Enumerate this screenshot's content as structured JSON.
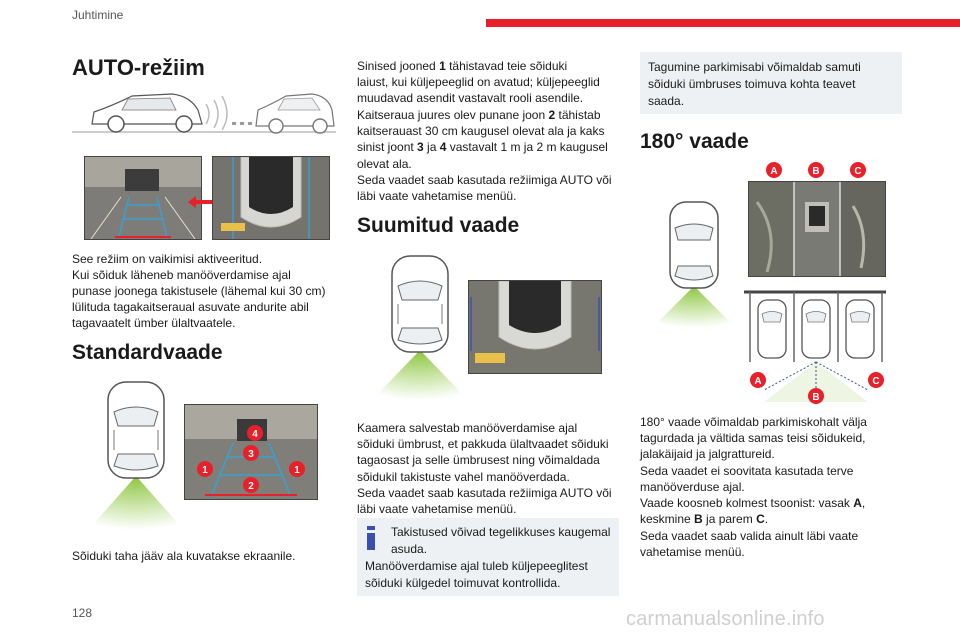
{
  "header": {
    "chapter": "Juhtimine"
  },
  "footer": {
    "page_number": "128",
    "watermark": "carmanualsonline.info"
  },
  "col1": {
    "auto_title": "AUTO-režiim",
    "auto_text": [
      "See režiim on vaikimisi aktiveeritud.",
      "Kui sõiduk läheneb manööverdamise ajal",
      "punase joonega takistusele (lähemal kui 30 cm)",
      "lülituda tagakaitseraual asuvate andurite abil",
      "tagavaatelt ümber ülaltvaatele."
    ],
    "standard_title": "Standardvaade",
    "standard_labels": [
      "4",
      "3",
      "1",
      "1",
      "2"
    ],
    "standard_text": "Sõiduki taha jääv ala kuvatakse ekraanile."
  },
  "col2": {
    "lines_text": [
      "Sinised jooned <b>1</b> tähistavad teie sõiduki",
      "laiust, kui küljepeeglid on avatud; küljepeeglid",
      "muudavad asendit vastavalt rooli asendile.",
      "Kaitseraua juures olev punane joon <b>2</b> tähistab",
      "kaitserauast 30 cm kaugusel olevat ala ja kaks",
      "sinist joont <b>3</b> ja <b>4</b> vastavalt 1 m ja 2 m kaugusel",
      "olevat ala.",
      "Seda vaadet saab kasutada režiimiga AUTO või",
      "läbi vaate vahetamise menüü."
    ],
    "zoom_title": "Suumitud vaade",
    "zoom_text": [
      "Kaamera salvestab manööverdamise ajal",
      "sõiduki ümbrust, et pakkuda ülaltvaadet sõiduki",
      "tagaosast ja selle ümbrusest ning võimaldada",
      "sõidukil takistuste vahel manööverdada.",
      "Seda vaadet saab kasutada režiimiga AUTO või",
      "läbi vaate vahetamise menüü."
    ],
    "note_lines": [
      "Takistused võivad tegelikkuses kaugemal",
      "asuda.",
      "Manööverdamise ajal tuleb küljepeeglitest",
      "sõiduki külgedel toimuvat kontrollida."
    ]
  },
  "col3": {
    "note_lines": [
      "Tagumine parkimisabi võimaldab samuti",
      "sõiduki ümbruses toimuva kohta teavet",
      "saada."
    ],
    "title_180": "180° vaade",
    "labels_top": [
      "A",
      "B",
      "C"
    ],
    "labels_bottom": [
      "A",
      "B",
      "C"
    ],
    "text_180": [
      "180° vaade võimaldab parkimiskohalt välja",
      "tagurdada ja vältida samas teisi sõidukeid,",
      "jalakäijaid ja jalgrattureid.",
      "Seda vaadet ei soovitata kasutada terve",
      "manööverduse ajal.",
      "Vaade koosneb kolmest tsoonist: vasak <b>A</b>,",
      "keskmine <b>B</b> ja parem <b>C</b>.",
      "Seda vaadet saab valida ainult läbi vaate",
      "vahetamise menüü."
    ]
  },
  "colors": {
    "accent": "#e8202a",
    "note_bg": "#eef1f3",
    "guide_blue": "#3aa0d0",
    "sensor_green": "#8cc63f"
  }
}
